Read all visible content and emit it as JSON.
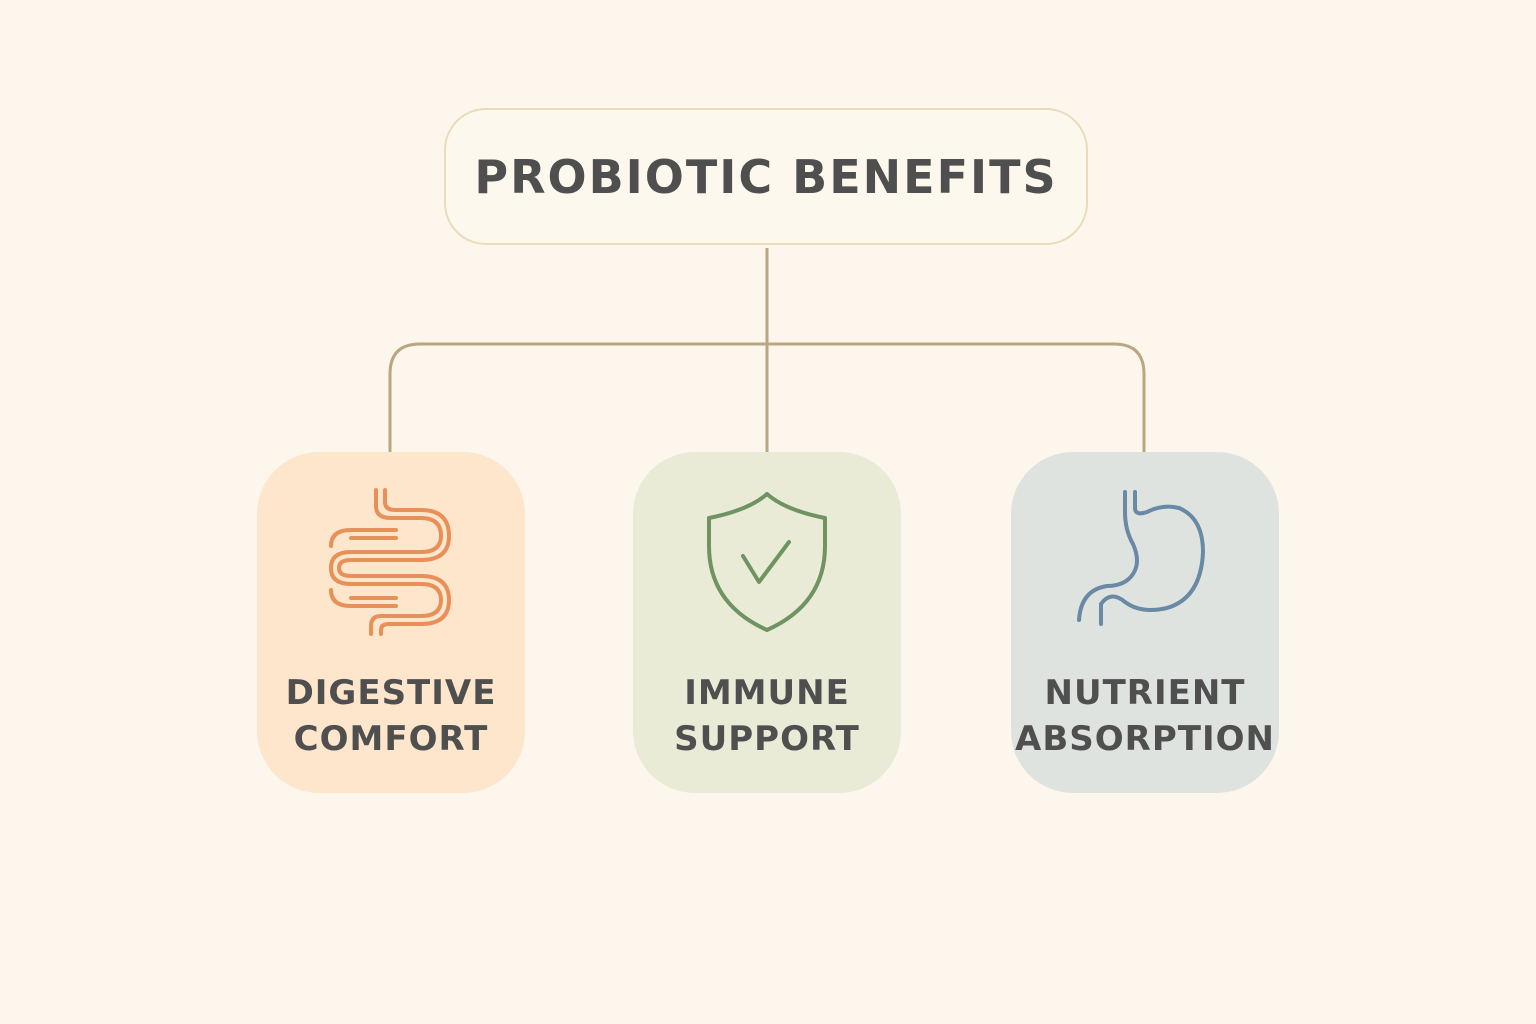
{
  "title": "PROBIOTIC BENEFITS",
  "benefits": [
    {
      "line1": "DIGESTIVE",
      "line2": "COMFORT",
      "icon": "intestine-icon",
      "color": "#e8905a"
    },
    {
      "line1": "IMMUNE",
      "line2": "SUPPORT",
      "icon": "shield-check-icon",
      "color": "#6f9462"
    },
    {
      "line1": "NUTRIENT",
      "line2": "ABSORPTION",
      "icon": "stomach-icon",
      "color": "#6a89a5"
    }
  ]
}
